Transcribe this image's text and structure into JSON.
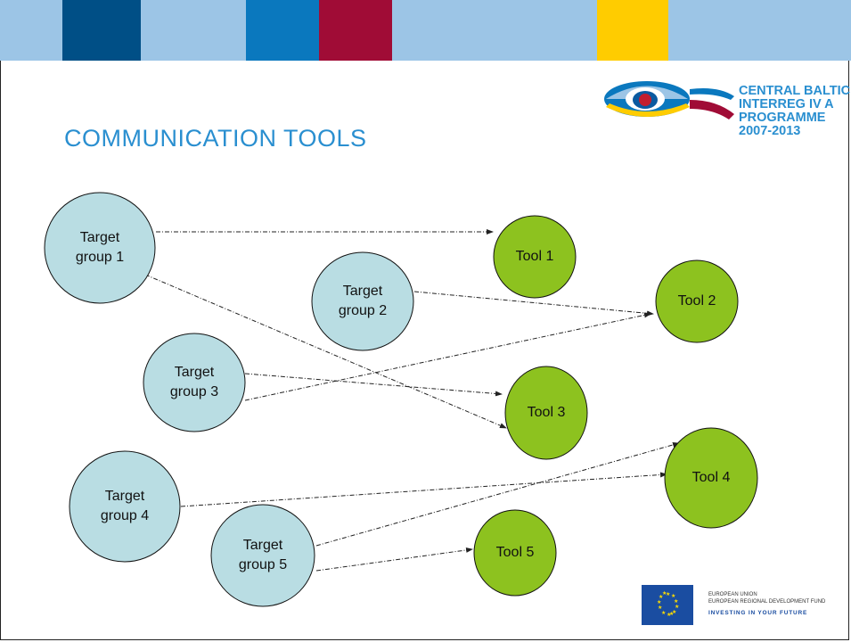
{
  "header": {
    "title": "COMMUNICATION TOOLS",
    "stripe_colors": [
      "#9cc5e6",
      "#004f86",
      "#9cc5e6",
      "#0a78be",
      "#a00c36",
      "#9cc5e6",
      "#ffcc00",
      "#9cc5e6"
    ]
  },
  "logo": {
    "line1": "CENTRAL BALTIC",
    "line2": "INTERREG IV A",
    "line3": "PROGRAMME",
    "line4": "2007-2013"
  },
  "diagram": {
    "target_groups": [
      {
        "id": "tg1",
        "label_1": "Target",
        "label_2": "group 1"
      },
      {
        "id": "tg2",
        "label_1": "Target",
        "label_2": "group 2"
      },
      {
        "id": "tg3",
        "label_1": "Target",
        "label_2": "group 3"
      },
      {
        "id": "tg4",
        "label_1": "Target",
        "label_2": "group 4"
      },
      {
        "id": "tg5",
        "label_1": "Target",
        "label_2": "group 5"
      }
    ],
    "tools": [
      {
        "id": "t1",
        "label": "Tool 1"
      },
      {
        "id": "t2",
        "label": "Tool 2"
      },
      {
        "id": "t3",
        "label": "Tool 3"
      },
      {
        "id": "t4",
        "label": "Tool 4"
      },
      {
        "id": "t5",
        "label": "Tool 5"
      }
    ],
    "links": [
      {
        "from": "tg1",
        "to": "t1"
      },
      {
        "from": "tg1",
        "to": "t3"
      },
      {
        "from": "tg2",
        "to": "t2"
      },
      {
        "from": "tg3",
        "to": "t3"
      },
      {
        "from": "tg3",
        "to": "t2"
      },
      {
        "from": "tg4",
        "to": "t4"
      },
      {
        "from": "tg5",
        "to": "t4"
      },
      {
        "from": "tg5",
        "to": "t5"
      }
    ],
    "colors": {
      "target_fill": "#b9dde3",
      "tool_fill": "#8dc21f",
      "edge": "#222222"
    }
  },
  "footer": {
    "eu_line1": "EUROPEAN UNION",
    "eu_line2": "EUROPEAN REGIONAL DEVELOPMENT FUND",
    "slogan": "INVESTING IN YOUR FUTURE"
  }
}
